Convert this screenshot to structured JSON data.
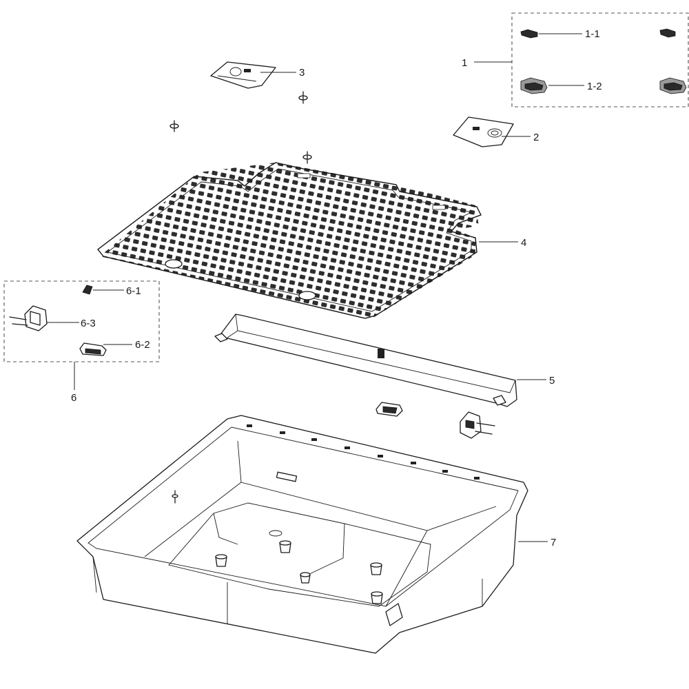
{
  "callouts": {
    "c1": "1",
    "c1_1": "1-1",
    "c1_2": "1-2",
    "c2": "2",
    "c3": "3",
    "c4": "4",
    "c5": "5",
    "c6": "6",
    "c6_1": "6-1",
    "c6_2": "6-2",
    "c6_3": "6-3",
    "c7": "7"
  }
}
